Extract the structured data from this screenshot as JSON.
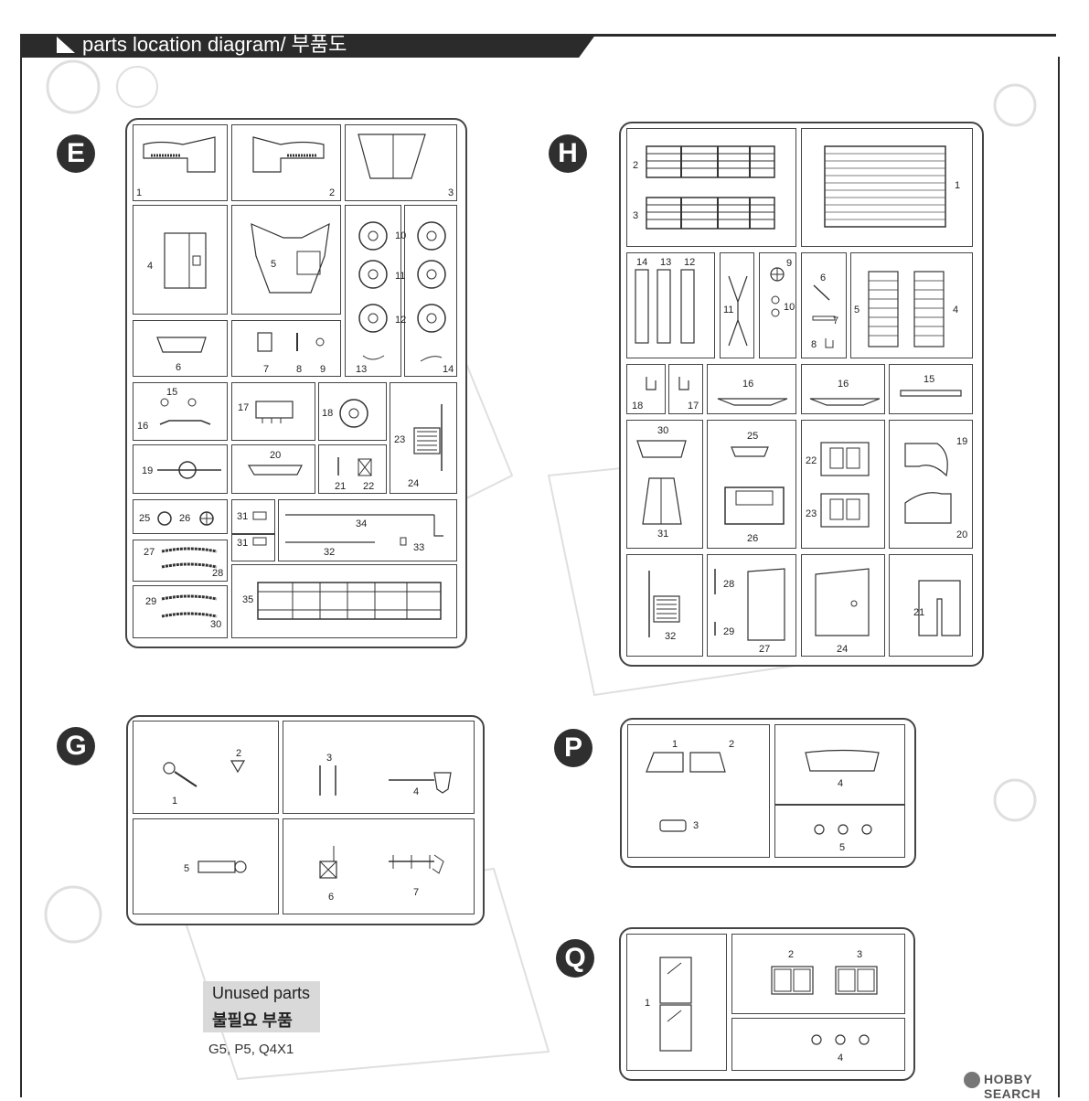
{
  "header": {
    "title": "parts location diagram/ 부품도"
  },
  "frames": {
    "E": {
      "label": "E",
      "nums": [
        "1",
        "2",
        "3",
        "4",
        "5",
        "10",
        "11",
        "12",
        "6",
        "7",
        "8",
        "9",
        "13",
        "14",
        "15",
        "16",
        "17",
        "18",
        "23",
        "19",
        "20",
        "21",
        "22",
        "24",
        "25",
        "26",
        "31",
        "34",
        "31",
        "32",
        "33",
        "27",
        "28",
        "29",
        "30",
        "35"
      ]
    },
    "H": {
      "label": "H",
      "nums": [
        "2",
        "3",
        "1",
        "14",
        "13",
        "12",
        "11",
        "9",
        "10",
        "6",
        "7",
        "8",
        "5",
        "4",
        "18",
        "17",
        "16",
        "16",
        "15",
        "30",
        "31",
        "25",
        "26",
        "22",
        "23",
        "19",
        "20",
        "32",
        "28",
        "29",
        "27",
        "24",
        "21"
      ]
    },
    "G": {
      "label": "G",
      "nums": [
        "2",
        "1",
        "3",
        "4",
        "5",
        "6",
        "7"
      ]
    },
    "P": {
      "label": "P",
      "nums": [
        "1",
        "2",
        "4",
        "3",
        "5"
      ]
    },
    "Q": {
      "label": "Q",
      "nums": [
        "1",
        "2",
        "3",
        "4"
      ]
    }
  },
  "unused": {
    "title_en": "Unused parts",
    "title_kr": "불필요 부품",
    "list": "G5, P5, Q4X1"
  },
  "watermark": "HOBBY SEARCH"
}
